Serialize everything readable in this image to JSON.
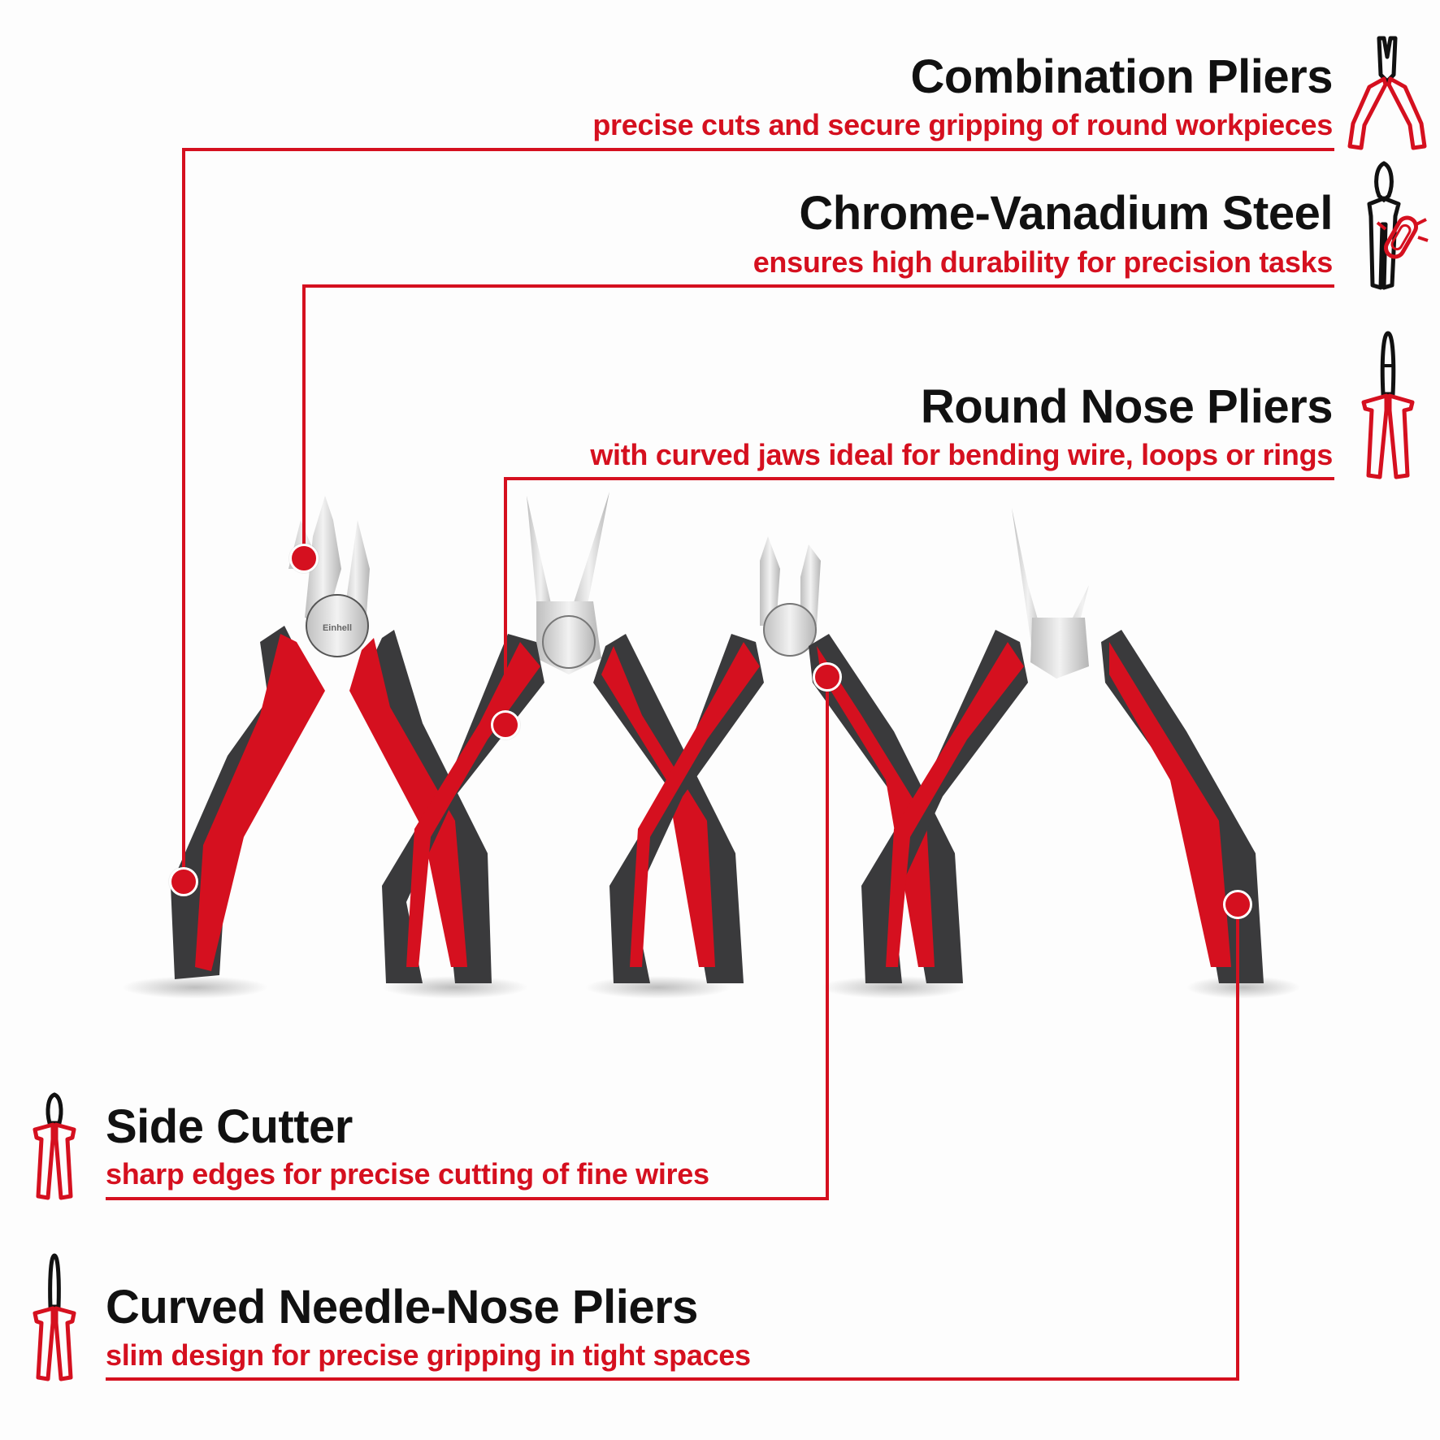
{
  "features": [
    {
      "id": "combination",
      "title": "Combination Pliers",
      "subtitle": "precise cuts and secure gripping of round workpieces",
      "icon": "combination-pliers-icon"
    },
    {
      "id": "chrome",
      "title": "Chrome-Vanadium Steel",
      "subtitle": "ensures high durability for precision tasks",
      "icon": "steel-durability-icon"
    },
    {
      "id": "round",
      "title": "Round Nose Pliers",
      "subtitle": "with curved jaws ideal for bending wire, loops or rings",
      "icon": "round-nose-pliers-icon"
    },
    {
      "id": "side",
      "title": "Side Cutter",
      "subtitle": "sharp edges for precise cutting of fine wires",
      "icon": "side-cutter-icon"
    },
    {
      "id": "needle",
      "title": "Curved Needle-Nose Pliers",
      "subtitle": "slim design for precise gripping in tight spaces",
      "icon": "needle-nose-pliers-icon"
    }
  ],
  "brand_label": "Einhell",
  "colors": {
    "accent": "#d5101f",
    "handle_dark": "#3a3a3c",
    "steel": "#d9d9d9",
    "text": "#111111"
  }
}
